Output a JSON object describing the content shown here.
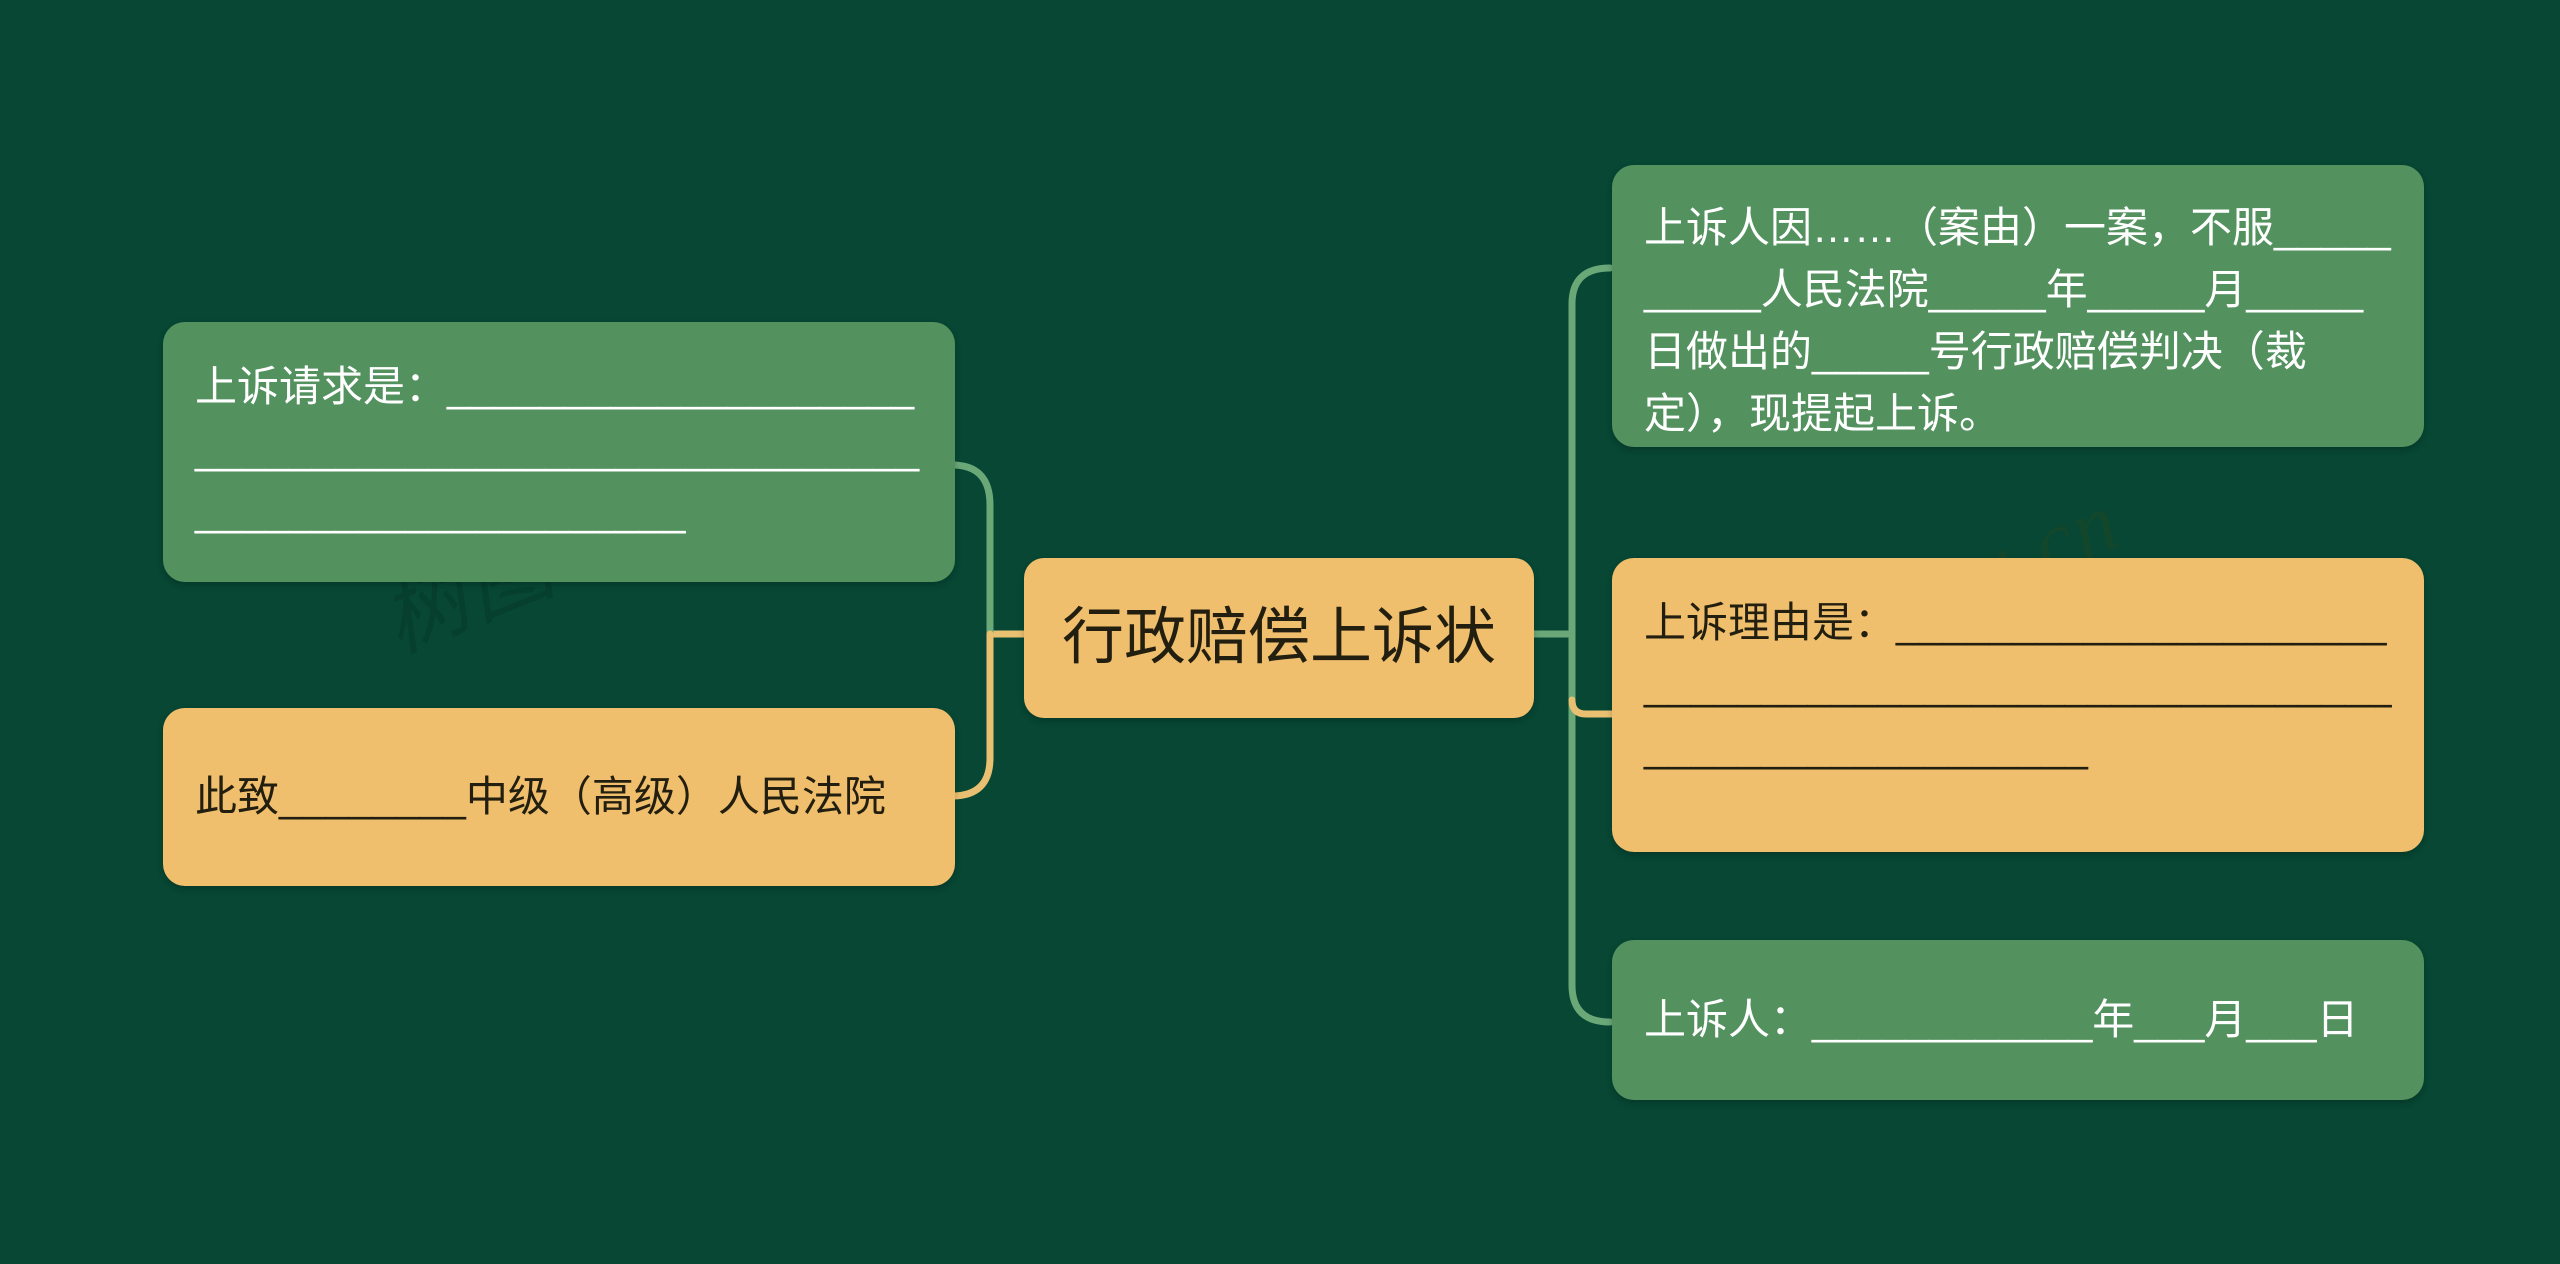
{
  "canvas": {
    "background_color": "#074734",
    "node_green": "#53925f",
    "node_orange": "#f0bf6d",
    "connector_green": "#6aa878",
    "connector_orange": "#e9c071",
    "text_light": "#ffffff",
    "text_dark": "#231f10"
  },
  "watermark": {
    "text": "树图 shutu.cn"
  },
  "mindmap": {
    "root": {
      "label": "行政赔偿上诉状",
      "style": "orange"
    },
    "left_branches": [
      {
        "id": "request",
        "label": "上诉请求是：________________________________________________________________________",
        "style": "green"
      },
      {
        "id": "court",
        "label": "此致________中级（高级）人民法院",
        "style": "orange"
      }
    ],
    "right_branches": [
      {
        "id": "statement",
        "label": "上诉人因……（案由）一案，不服__________人民法院_____年_____月_____日做出的_____号行政赔偿判决（裁定），现提起上诉。",
        "style": "green"
      },
      {
        "id": "reason",
        "label": "上诉理由是：________________________________________________________________________",
        "style": "orange"
      },
      {
        "id": "signature",
        "label": "上诉人：____________年___月___日",
        "style": "green"
      }
    ]
  }
}
